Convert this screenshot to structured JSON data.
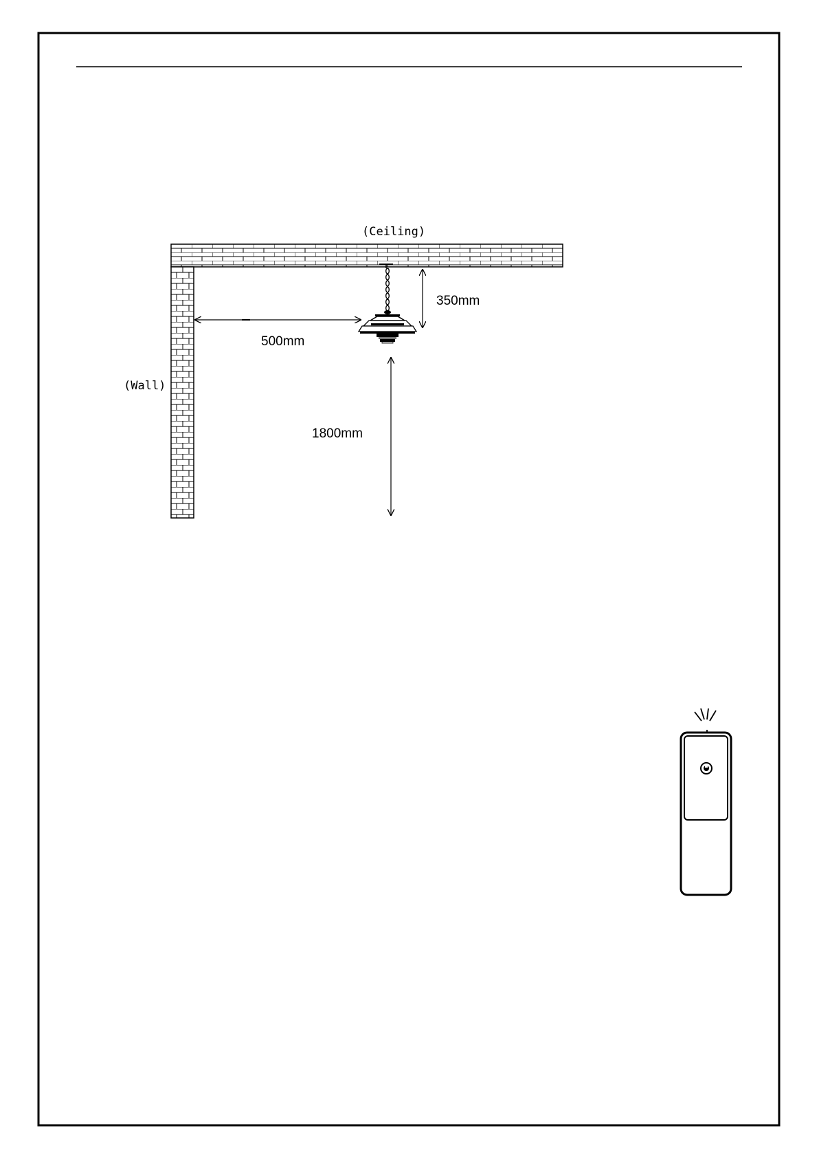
{
  "diagram": {
    "labels": {
      "ceiling": "(Ceiling)",
      "wall": "(Wall)",
      "dist_wall": "500mm",
      "dist_ceiling": "350mm",
      "dist_floor": "1800mm"
    },
    "colors": {
      "line": "#000000",
      "background": "#ffffff"
    }
  },
  "remote": {
    "icon": "remote-control-icon"
  }
}
